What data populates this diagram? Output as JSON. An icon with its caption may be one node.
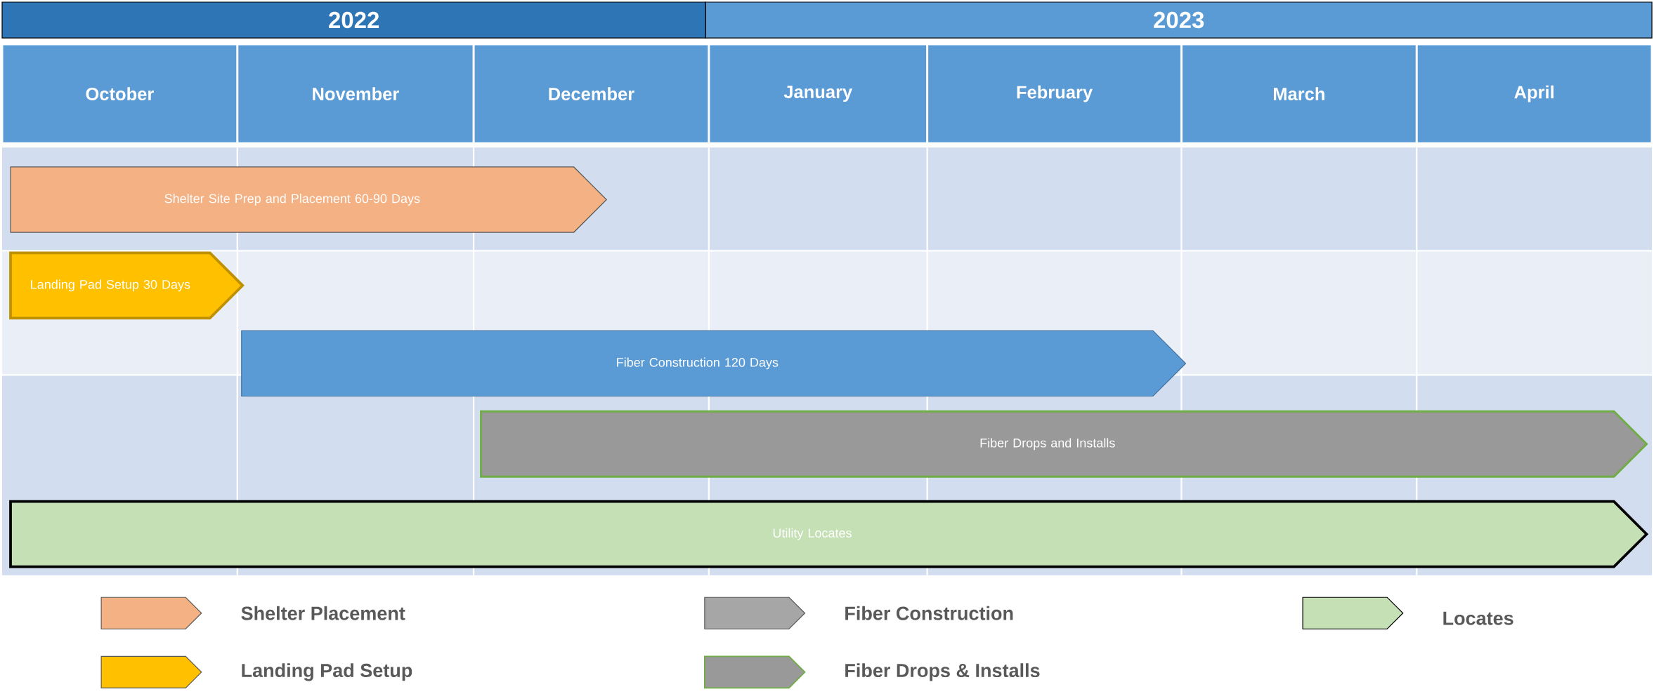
{
  "diagram": {
    "nodes": [
      {
        "text": [
          "2022"
        ]
      },
      {
        "text": [
          "2023"
        ]
      },
      {
        "text": [
          "October"
        ]
      },
      {
        "text": [
          "November"
        ]
      },
      {
        "text": [
          "December"
        ]
      },
      {
        "text": [
          "January"
        ]
      },
      {
        "text": [
          "February"
        ]
      },
      {
        "text": [
          "March"
        ]
      },
      {
        "text": [
          "April"
        ]
      },
      {
        "text": [
          "Shelter Site Prep and Placement 60-90 Days"
        ]
      },
      {
        "text": [
          "Landing Pad Setup 30 Days"
        ]
      },
      {
        "text": [
          "Fiber Construction 120 Days"
        ]
      },
      {
        "text": [
          "Fiber Drops and Installs"
        ]
      },
      {
        "text": [
          "Utility Locates"
        ]
      }
    ],
    "legend": [
      {
        "text": "Shelter Placement",
        "color": "#f4b183"
      },
      {
        "text": "Landing Pad Setup",
        "color": "#ffc000"
      },
      {
        "text": "Fiber Construction",
        "color": "#a6a6a6"
      },
      {
        "text": "Fiber Drops & Installs",
        "color": "#999999"
      },
      {
        "text": "Locates",
        "color": "#c5e0b4"
      }
    ]
  }
}
